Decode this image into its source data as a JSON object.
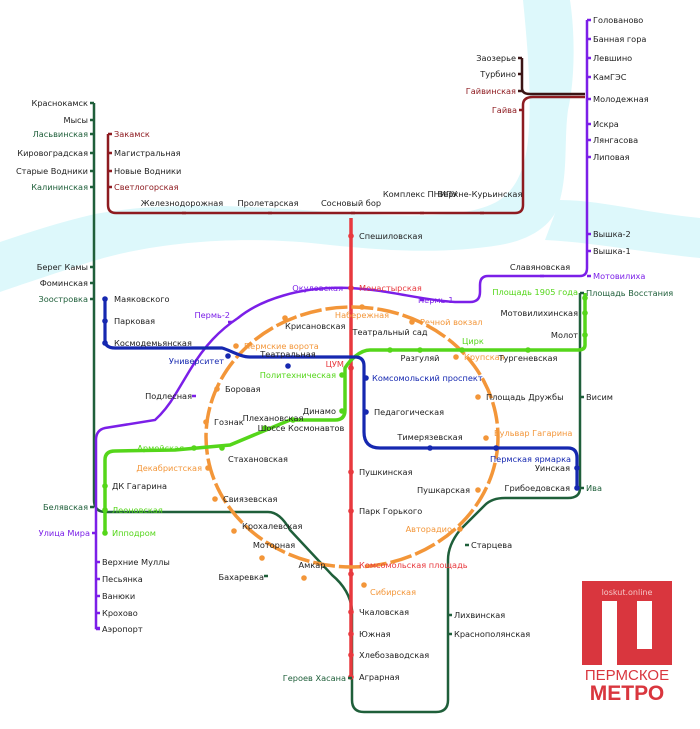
{
  "map_title": "Пермское метро",
  "colors": {
    "river": "#ddf8fb",
    "dark_green": "#1f5f3a",
    "dark_red": "#8e1b20",
    "brown": "#3b1414",
    "purple": "#7b1fe8",
    "red": "#e8393e",
    "orange": "#f39639",
    "green": "#55d61a",
    "blue": "#1628b0",
    "text": "#222222"
  },
  "logo": {
    "site": "loskut.online",
    "line1": "ПЕРМСКОЕ",
    "line2": "МЕТРО"
  },
  "lines": [
    {
      "id": "dark-green-left",
      "color_key": "dark_green",
      "stations": [
        "Краснокамск",
        "Мысы",
        "Ласьвинская",
        "Кировоградская",
        "Старые Водники",
        "Калининская",
        "Берег Камы",
        "Фоминская",
        "Зоостровка",
        "Белявская"
      ]
    },
    {
      "id": "dark-red",
      "color_key": "dark_red",
      "stations": [
        "Закамск",
        "Магистральная",
        "Новые Водники",
        "Светлогорская",
        "Железнодорожная",
        "Пролетарская",
        "Сосновый бор",
        "Комплекс ПНИПУ",
        "Верхне-Курьинская",
        "Гайва"
      ]
    },
    {
      "id": "brown",
      "color_key": "brown",
      "stations": [
        "Заозерье",
        "Турбино",
        "Гайвинская"
      ]
    },
    {
      "id": "purple",
      "color_key": "purple",
      "stations": [
        "Голованово",
        "Банная гора",
        "Левшино",
        "КамГЭС",
        "Молодежная",
        "Искра",
        "Лянгасова",
        "Липовая",
        "Вышка-2",
        "Вышка-1",
        "Мотовилиха",
        "Славяновская",
        "Пермь-1",
        "Окуловская",
        "Пермь-2",
        "Подлесная",
        "Улица Мира",
        "Верхние Муллы",
        "Песьянка",
        "Ванюки",
        "Крохово",
        "Аэропорт"
      ]
    },
    {
      "id": "red",
      "color_key": "red",
      "stations": [
        "Спешиловская",
        "Монастырская",
        "ЦУМ",
        "Пушкинская",
        "Парк Горького",
        "Комсомольская площадь",
        "Чкаловская",
        "Южная",
        "Хлебозаводская",
        "Аграрная"
      ]
    },
    {
      "id": "orange-ring",
      "color_key": "orange",
      "stations": [
        "Набережная",
        "Речной вокзал",
        "Крупская",
        "Площадь Дружбы",
        "Бульвар Гагарина",
        "Пушкарская",
        "Авторадио",
        "Сибирская",
        "Амкар",
        "Моторная",
        "Крохалевская",
        "Свиязевская",
        "Декабристская",
        "Гознак",
        "Боровая",
        "Пермские ворота",
        "Крисановская"
      ]
    },
    {
      "id": "green",
      "color_key": "green",
      "stations": [
        "Площадь 1905 года",
        "Мотовилихинская",
        "Молот",
        "Тургеневская",
        "Цирк",
        "Разгуляй",
        "Театральный сад",
        "Политехническая",
        "Динамо",
        "Шоссе Космонавтов",
        "Плехановская",
        "Стахановская",
        "Армейская",
        "ДК Гагарина",
        "Леоновская",
        "Ипподром"
      ]
    },
    {
      "id": "blue",
      "color_key": "blue",
      "stations": [
        "Маяковского",
        "Парковая",
        "Космодемьянская",
        "Университет",
        "Театральная",
        "Комсомольский проспект",
        "Педагогическая",
        "Тимерязевская",
        "Пермская ярмарка",
        "Уинская",
        "Грибоедовская"
      ]
    },
    {
      "id": "dark-green-east",
      "color_key": "dark_green",
      "stations": [
        "Площадь Восстания",
        "Висим",
        "Ива",
        "Старцева",
        "Лихвинская",
        "Краснополянская",
        "Героев Хасана",
        "Бахаревка"
      ]
    }
  ]
}
